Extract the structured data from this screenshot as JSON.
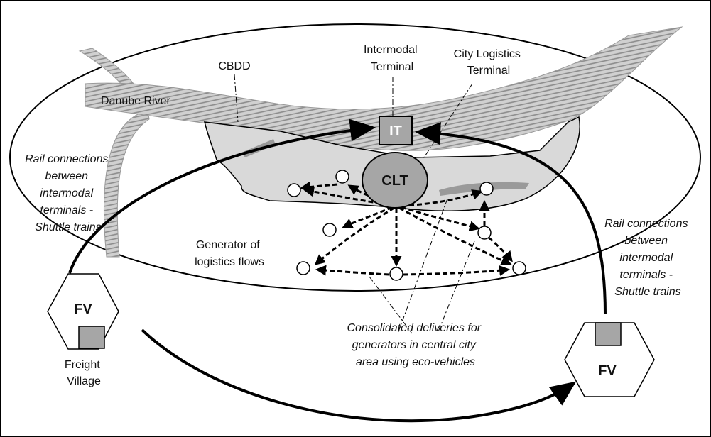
{
  "labels": {
    "cbdd": "CBDD",
    "intermodal_terminal": [
      "Intermodal",
      "Terminal"
    ],
    "city_logistics_terminal": [
      "City Logistics",
      "Terminal"
    ],
    "danube_river": "Danube River",
    "rail_left": [
      "Rail connections",
      "between",
      "intermodal",
      "terminals -",
      "Shuttle trains"
    ],
    "rail_right": [
      "Rail connections",
      "between",
      "intermodal",
      "terminals -",
      "Shuttle trains"
    ],
    "generator": [
      "Generator of",
      "logistics flows"
    ],
    "consolidated": [
      "Consolidated deliveries for",
      "generators in central city",
      "area using eco-vehicles"
    ],
    "freight_village": [
      "Freight",
      "Village"
    ]
  },
  "nodes": {
    "it": "IT",
    "clt": "CLT",
    "fv_left": "FV",
    "fv_right": "FV"
  },
  "colors": {
    "terminal_fill": "#a6a6a6",
    "city_area_fill": "#d9d9d9",
    "river_fill": "#bdbdbd",
    "line": "#000000"
  }
}
